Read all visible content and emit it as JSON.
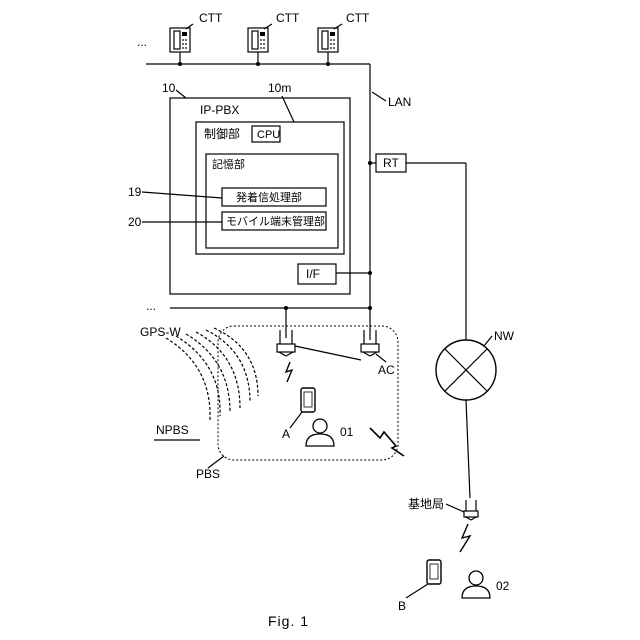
{
  "diagram": {
    "terminals": {
      "ctt_label": "CTT",
      "ellipsis_top": "...",
      "ellipsis_mid": "..."
    },
    "lan_label": "LAN",
    "pbx": {
      "ref": "10",
      "title": "IP-PBX",
      "control_ref": "10m",
      "control_label": "制御部",
      "cpu_label": "CPU",
      "storage_label": "記憶部",
      "call_module": {
        "ref": "19",
        "label": "発着信処理部"
      },
      "mobile_module": {
        "ref": "20",
        "label": "モバイル端末管理部"
      },
      "if_label": "I/F"
    },
    "router_label": "RT",
    "network_label": "NW",
    "gps_label": "GPS-W",
    "npbs_label": "NPBS",
    "pbs_label": "PBS",
    "ac_label": "AC",
    "terminal_a_label": "A",
    "user_01_label": "01",
    "base_station_label": "基地局",
    "terminal_b_label": "B",
    "user_02_label": "02",
    "caption": "Fig. 1"
  }
}
